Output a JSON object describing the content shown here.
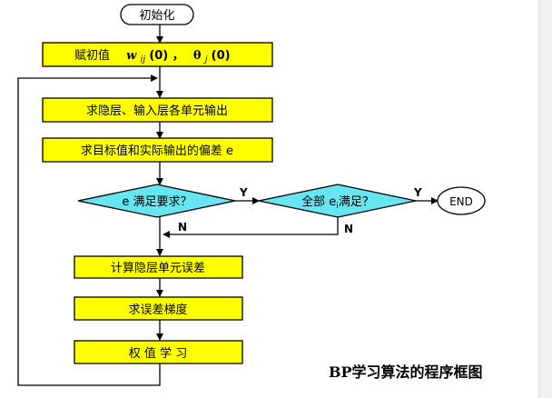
{
  "flowchart": {
    "start": "初始化",
    "init_box": "赋初值",
    "init_w": "w",
    "init_w_sub": "ij",
    "init_w_arg": "(0) ，",
    "init_theta": "θ",
    "init_theta_sub": "j",
    "init_theta_arg": "(0)",
    "step_hidden_output": "求隐层、输入层各单元输出",
    "step_deviation": "求目标值和实际输出的偏差 e",
    "decision1": "e 满足要求？",
    "decision2": "全部 e",
    "decision2_sub": "i",
    "decision2_tail": "满足？",
    "label_yes1": "Y",
    "label_yes2": "Y",
    "label_no1": "N",
    "label_no2": "N",
    "end": "END",
    "step_error": "计算隐层单元误差",
    "step_gradient": "求误差梯度",
    "step_weight": "权 值 学 习"
  },
  "caption": "BP学习算法的程序框图",
  "colors": {
    "process_fill": "#ffff00",
    "decision_fill": "#66e6f0",
    "start_fill": "#ffffff",
    "line": "#000000"
  }
}
